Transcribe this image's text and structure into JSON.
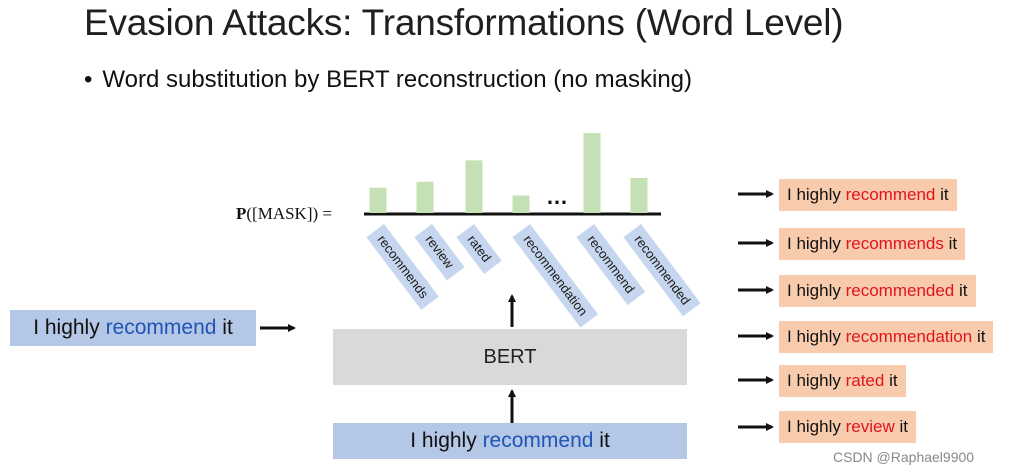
{
  "slide": {
    "title": "Evasion Attacks: Transformations (Word Level)",
    "bullet": "Word substitution by BERT reconstruction (no masking)",
    "pmask_p": "P",
    "pmask_rest": "([MASK]) ="
  },
  "chart_data": {
    "type": "bar",
    "categories": [
      "recommends",
      "review",
      "rated",
      "recommendation",
      "recommend",
      "recommended"
    ],
    "values": [
      1.3,
      1.6,
      2.7,
      0.9,
      4.1,
      1.8
    ],
    "ellipsis": "…",
    "bar_color": "#c5e0b4",
    "baseline_color": "#111111"
  },
  "tokens": [
    "recommends",
    "review",
    "rated",
    "recommendation",
    "recommend",
    "recommended"
  ],
  "left_input": {
    "prefix": "I highly ",
    "word": "recommend",
    "suffix": " it"
  },
  "bottom_input": {
    "prefix": "I highly ",
    "word": "recommend",
    "suffix": " it"
  },
  "model": {
    "label": "BERT"
  },
  "outputs": [
    {
      "prefix": "I highly ",
      "word": "recommend",
      "suffix": " it"
    },
    {
      "prefix": "I highly ",
      "word": "recommends",
      "suffix": " it"
    },
    {
      "prefix": "I highly ",
      "word": "recommended",
      "suffix": " it"
    },
    {
      "prefix": "I highly ",
      "word": "recommendation",
      "suffix": " it"
    },
    {
      "prefix": "I highly ",
      "word": "rated",
      "suffix": " it"
    },
    {
      "prefix": "I highly ",
      "word": "review",
      "suffix": " it"
    }
  ],
  "watermark": "CSDN @Raphael9900",
  "colors": {
    "highlight_blue": "#1f55b5",
    "highlight_red": "#e0151b",
    "input_box": "#b4c7e7",
    "token_box": "#c6d6ee",
    "output_box": "#f8cbad",
    "bert_box": "#d9d9d9"
  }
}
